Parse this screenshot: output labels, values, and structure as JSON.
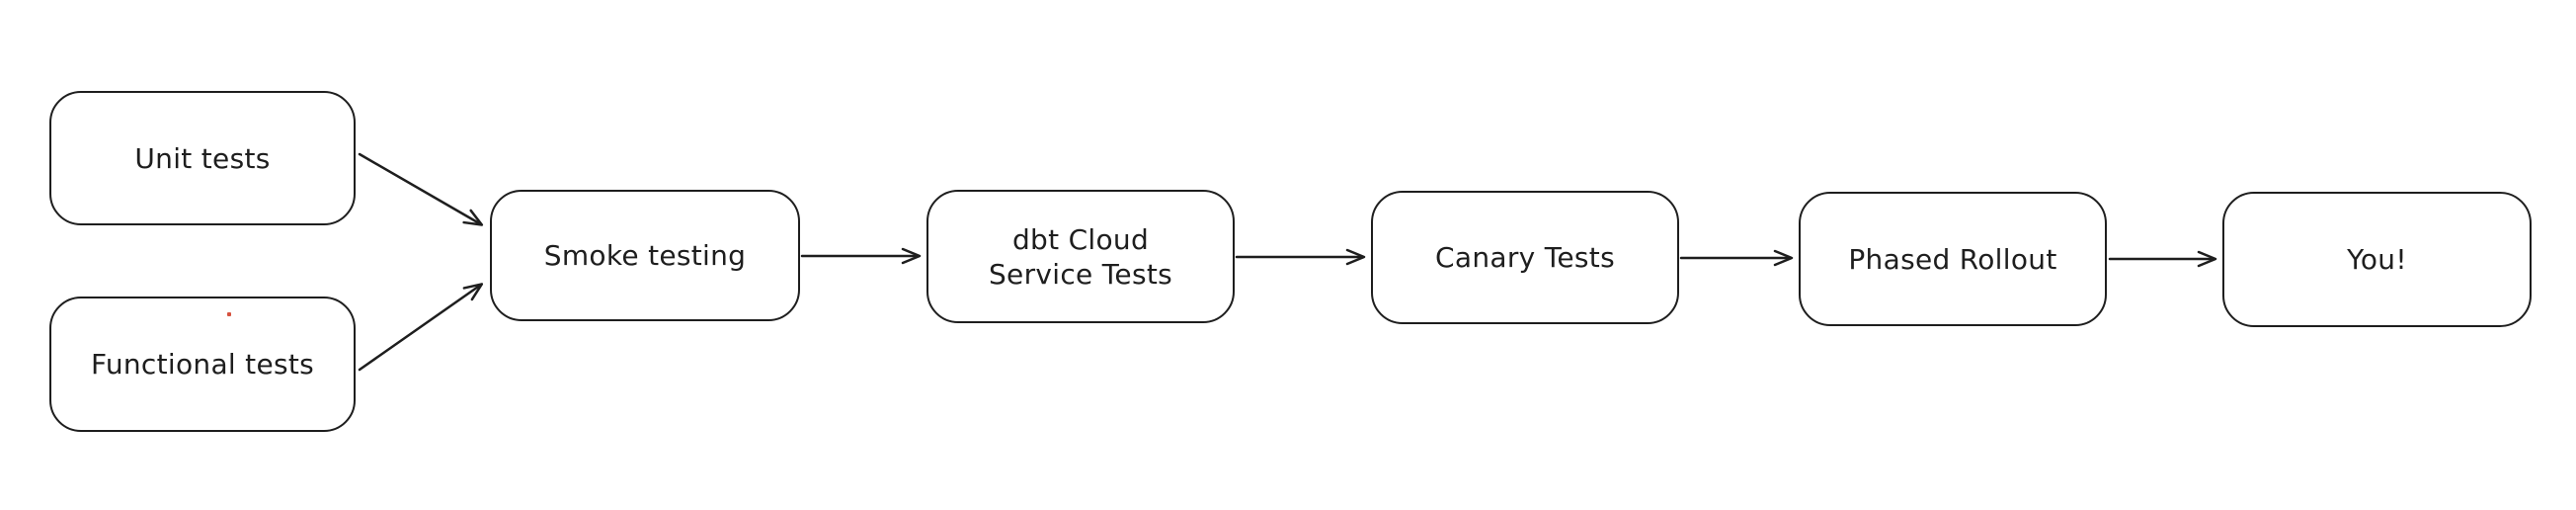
{
  "diagram": {
    "background_color": "#ffffff",
    "stroke_color": "#1e1e1e",
    "node_fill_color": "#ffffff",
    "nodes": [
      {
        "id": "unit-tests",
        "label": "Unit tests"
      },
      {
        "id": "functional-tests",
        "label": "Functional tests"
      },
      {
        "id": "smoke-testing",
        "label": "Smoke testing"
      },
      {
        "id": "dbt-cloud-service-tests",
        "label": "dbt Cloud\nService Tests"
      },
      {
        "id": "canary-tests",
        "label": "Canary Tests"
      },
      {
        "id": "phased-rollout",
        "label": "Phased Rollout"
      },
      {
        "id": "you",
        "label": "You!"
      }
    ],
    "edges": [
      {
        "from": "unit-tests",
        "to": "smoke-testing"
      },
      {
        "from": "functional-tests",
        "to": "smoke-testing"
      },
      {
        "from": "smoke-testing",
        "to": "dbt-cloud-service-tests"
      },
      {
        "from": "dbt-cloud-service-tests",
        "to": "canary-tests"
      },
      {
        "from": "canary-tests",
        "to": "phased-rollout"
      },
      {
        "from": "phased-rollout",
        "to": "you"
      }
    ]
  }
}
